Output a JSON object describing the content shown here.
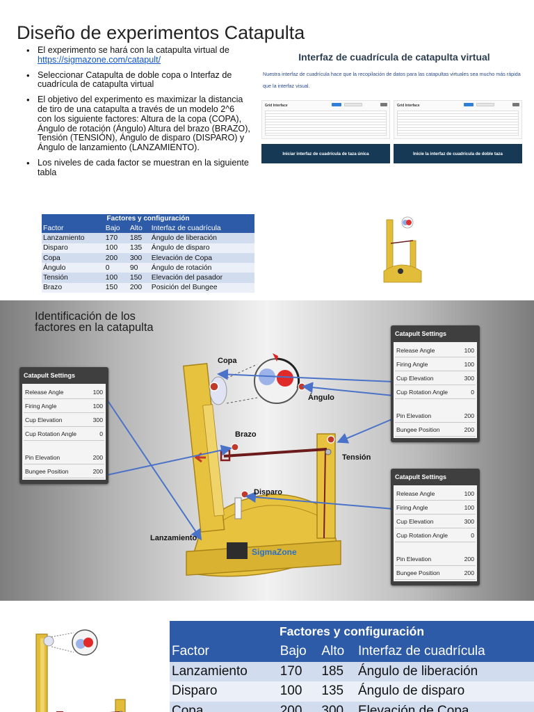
{
  "slide1": {
    "title": "Diseño de experimentos Catapulta",
    "bullets": [
      {
        "pre": "El experimento se hará con la catapulta virtual de ",
        "link": "https://sigmazone.com/catapult/"
      },
      {
        "pre": "Seleccionar Catapulta de doble copa o Interfaz de cuadrícula de catapulta virtual"
      },
      {
        "pre": "El objetivo del experimento es maximizar la distancia de tiro de una catapulta a través de un modelo 2^6 con los siguiente factores: Altura de la copa (COPA), Ángulo de rotación (Ángulo) Altura del brazo (BRAZO), Tensión (TENSIÓN), Ángulo de disparo (DISPARO) y Ángulo de lanzamiento (LANZAMIENTO)."
      },
      {
        "pre": "Los niveles de cada factor se muestran en la siguiente tabla"
      }
    ],
    "web": {
      "title": "Interfaz de cuadrícula de catapulta virtual",
      "description": "Nuestra interfaz de cuadrícula hace que la recopilación de datos para las catapultas virtuales sea mucho más rápida que la interfaz visual.",
      "grid_left_title": "Grid Interface",
      "grid_right_title": "Grid Interface",
      "button_single": "Iniciar interfaz de cuadrícula de taza única",
      "button_double": "Inicie la interfaz de cuadrícula de doble taza"
    }
  },
  "factors_table": {
    "title": "Factores y configuración",
    "headers": [
      "Factor",
      "Bajo",
      "Alto",
      "Interfaz de cuadrícula"
    ],
    "rows": [
      [
        "Lanzamiento",
        "170",
        "185",
        "Ángulo de liberación"
      ],
      [
        "Disparo",
        "100",
        "135",
        "Ángulo de disparo"
      ],
      [
        "Copa",
        "200",
        "300",
        "Elevación de Copa"
      ],
      [
        "Ángulo",
        "0",
        "90",
        "Ángulo de rotación"
      ],
      [
        "Tensión",
        "100",
        "150",
        "Elevación del pasador"
      ],
      [
        "Brazo",
        "150",
        "200",
        "Posición del  Bungee"
      ]
    ]
  },
  "slide2": {
    "heading": "Identificación de los factores en la catapulta",
    "panel_title": "Catapult Settings",
    "settings": [
      {
        "label": "Release Angle",
        "value": "100"
      },
      {
        "label": "Firing Angle",
        "value": "100"
      },
      {
        "label": "Cup Elevation",
        "value": "300"
      },
      {
        "label": "Cup Rotation Angle",
        "value": "0"
      },
      {
        "label": "Pin Elevation",
        "value": "200"
      },
      {
        "label": "Bungee Position",
        "value": "200"
      }
    ],
    "labels": {
      "copa": "Copa",
      "angulo": "Ángulo",
      "brazo": "Brazo",
      "tension": "Tensión",
      "disparo": "Disparo",
      "lanzamiento": "Lanzamiento"
    },
    "brand": "SigmaZone",
    "colors": {
      "arrow": "#4a72c8",
      "frame": "#e7c23e",
      "panel": "#3f3f3f"
    }
  }
}
